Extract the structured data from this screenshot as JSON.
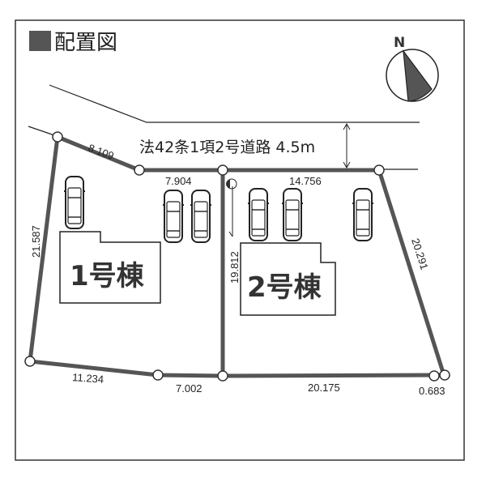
{
  "title": "■配置図",
  "title_text": "配置図",
  "compass": {
    "label": "N"
  },
  "road": {
    "label": "法42条1項2号道路 4.5m",
    "name": "法42条1項2号道路",
    "width": "4.5m"
  },
  "lots": [
    {
      "label": "1号棟",
      "parking_spaces": 3
    },
    {
      "label": "2号棟",
      "parking_spaces": 3
    }
  ],
  "dimensions": {
    "top_left_diag": "8.109",
    "top_lot1": "7.904",
    "top_lot2": "14.756",
    "left_side": "21.587",
    "divider": "19.812",
    "right_side": "20.291",
    "bottom_left_diag": "11.234",
    "bottom_lot1": "7.002",
    "bottom_lot2": "20.175",
    "bottom_corner": "0.683"
  },
  "colors": {
    "boundary": "#555555",
    "line": "#222222",
    "fill_dark": "#555555",
    "background": "#ffffff"
  }
}
